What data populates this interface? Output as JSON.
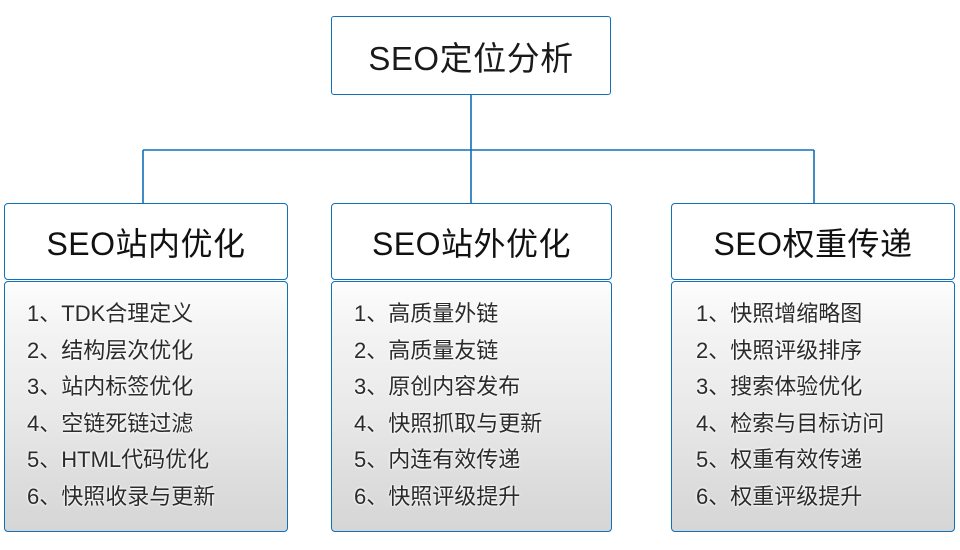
{
  "diagram": {
    "type": "org-chart",
    "line_color": "#1070b8",
    "root": {
      "title": "SEO定位分析"
    },
    "branches": [
      {
        "title": "SEO站内优化",
        "items": [
          {
            "index": "1、",
            "label": "TDK合理定义"
          },
          {
            "index": "2、",
            "label": "结构层次优化"
          },
          {
            "index": "3、",
            "label": "站内标签优化"
          },
          {
            "index": "4、",
            "label": "空链死链过滤"
          },
          {
            "index": "5、",
            "label": "HTML代码优化"
          },
          {
            "index": "6、",
            "label": "快照收录与更新"
          }
        ]
      },
      {
        "title": "SEO站外优化",
        "items": [
          {
            "index": "1、",
            "label": "高质量外链"
          },
          {
            "index": "2、",
            "label": "高质量友链"
          },
          {
            "index": "3、",
            "label": "原创内容发布"
          },
          {
            "index": "4、",
            "label": "快照抓取与更新"
          },
          {
            "index": "5、",
            "label": "内连有效传递"
          },
          {
            "index": "6、",
            "label": "快照评级提升"
          }
        ]
      },
      {
        "title": "SEO权重传递",
        "items": [
          {
            "index": "1、",
            "label": "快照增缩略图"
          },
          {
            "index": "2、",
            "label": "快照评级排序"
          },
          {
            "index": "3、",
            "label": "搜索体验优化"
          },
          {
            "index": "4、",
            "label": "检索与目标访问"
          },
          {
            "index": "5、",
            "label": "权重有效传递"
          },
          {
            "index": "6、",
            "label": "权重评级提升"
          }
        ]
      }
    ]
  }
}
